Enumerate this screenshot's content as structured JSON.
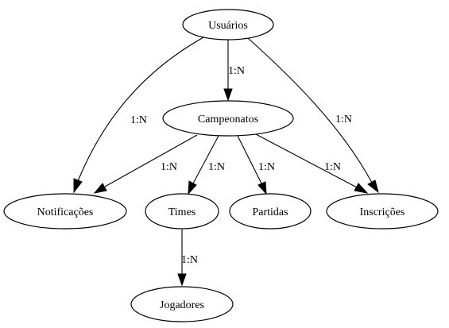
{
  "nodes": {
    "usuarios": "Usuários",
    "campeonatos": "Campeonatos",
    "notificacoes": "Notificações",
    "times": "Times",
    "partidas": "Partidas",
    "inscricoes": "Inscrições",
    "jogadores": "Jogadores"
  },
  "edges": {
    "usuarios_campeonatos": "1:N",
    "usuarios_notificacoes": "1:N",
    "usuarios_inscricoes": "1:N",
    "campeonatos_notificacoes": "1:N",
    "campeonatos_times": "1:N",
    "campeonatos_partidas": "1:N",
    "campeonatos_inscricoes": "1:N",
    "times_jogadores": "1:N"
  },
  "colors": {
    "stroke": "#000000",
    "background": "#ffffff"
  }
}
